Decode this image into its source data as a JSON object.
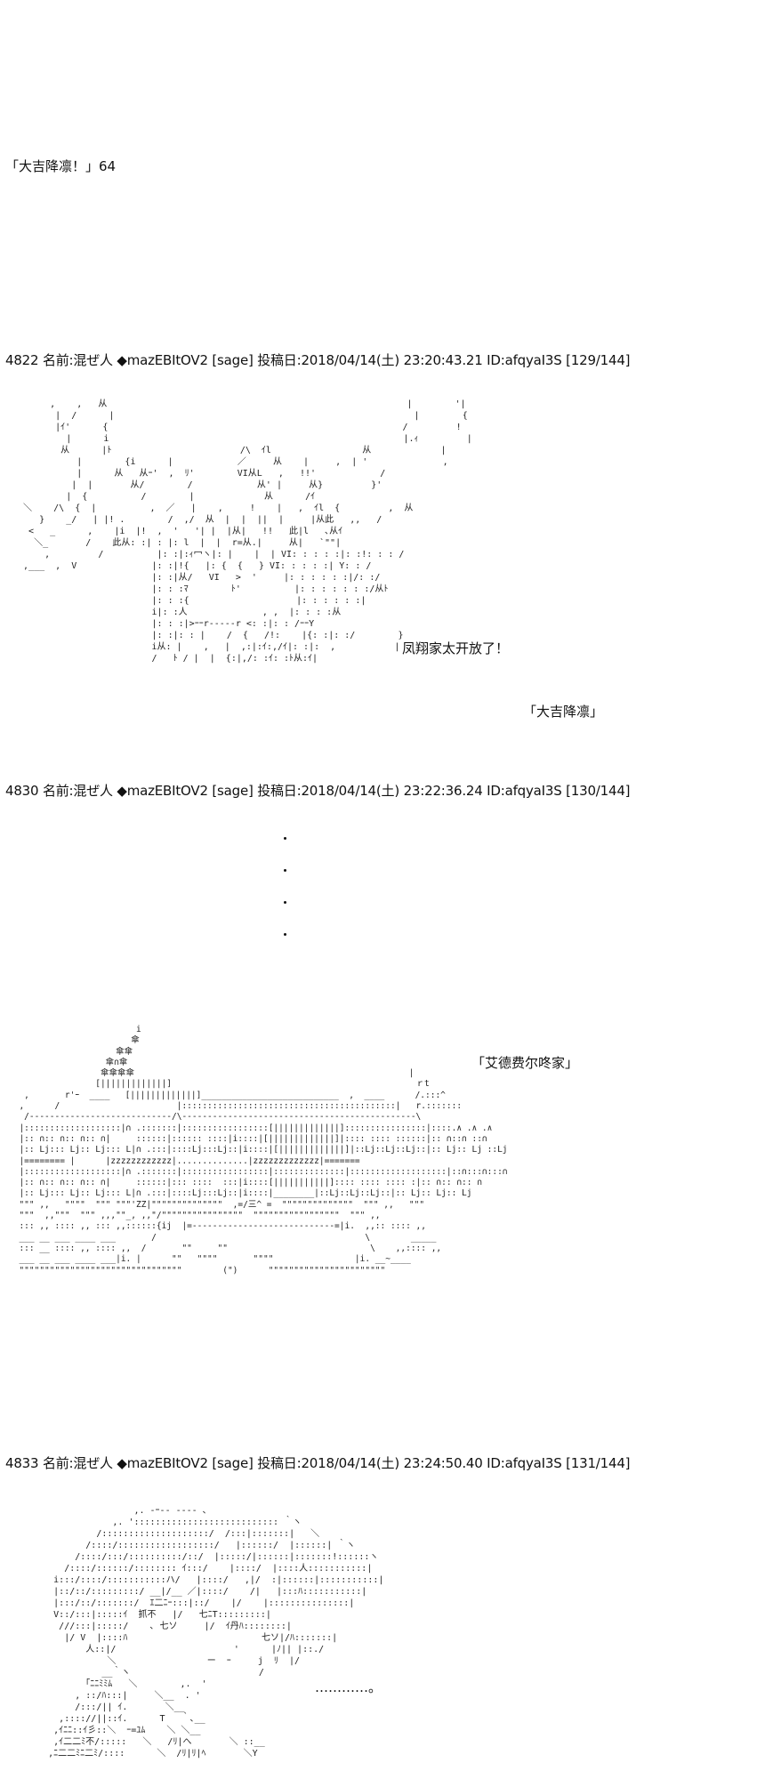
{
  "intro_line": "「大吉降凛！」64",
  "posts": [
    {
      "header": "4822 名前:混ぜ人 ◆mazEBItOV2 [sage] 投稿日:2018/04/14(土) 23:20:43.21 ID:afqyaI3S [129/144]",
      "captions": [
        "凤翔家太开放了！",
        "「大吉降凛」"
      ]
    },
    {
      "header": "4830 名前:混ぜ人 ◆mazEBItOV2 [sage] 投稿日:2018/04/14(土) 23:22:36.24 ID:afqyaI3S [130/144]",
      "captions": [
        "「艾德费尔咚家」"
      ]
    },
    {
      "header": "4833 名前:混ぜ人 ◆mazEBItOV2 [sage] 投稿日:2018/04/14(土) 23:24:50.40 ID:afqyaI3S [131/144]",
      "captions": [
        "…………。"
      ]
    }
  ],
  "ascii_art": {
    "ship_girl": "       ,    ,   从                                                        |        '|\n        |  /      |                                                        |        {\n        |ｲ'      {                                                       /         !\n          |      i                                                       |.ｨ         |\n         从      |ﾄ                        /\\  ｲl                 从             |\n            |        {i      |            ／     从    |     ,  | '              ,\n            |      从   从ｰ'  ,  ﾘ'        VI从L   ,   !!'            /\n           |  |       从/        /            从' |     从}         }'\n          |  {          /        |             从      /ｲ\n  ＼    /\\  {  |          ,  ／   |    ,     !    |   ,  ｲl  {         ,  从\n     }    _/   | |! .        /  ,/  从  |  |  ||  |     |从此   ,,   /\n   <   _      ,    |i  |!  ,  '   '| |  |从|   !!   此|l   ､从ｲ\n    ＼_       /    此从: :| : |: l  |  |  r=从.|     从|   `\"\"|\n      ,         /          |: :|:ｨ冖ヽ|: |    |  | VI: : : : :|: :!: : : /\n  ,___  ,  V              |: :|!{   |: {  {   } VI: : : : :| Y: : /\n                          |: :|从/   VI   >  '     |: : : : : :|/: :/\n                          |: : :ﾏ        ﾄ'          |: : : : : : :/从ﾄ\n                          |: : :{                    |: : : : : :|\n                          i|: :人              , ,  |: : : :从\n                          |: : :|>ｰｰr-----r <: :|: : /ｰｰY\n                          |: :|: : |    /  {   /!:    |{: :|: :/        }\n                          i从: |    ,   |  ,:|:ｲ:,/ｲ|: :|:  ,           |\n                          /   ﾄ / |  |  {:|,/: :ｲ: :ﾄ从:ｲ|",
    "mansion": "                         i\n                        傘\n                     傘傘\n                   傘∩傘\n                  傘傘傘傘                                                      |\n                 [|||||||||||||]                                                ｒt\n   ,       r'ｰ  ____   [|||||||||||||]___________________________  ,  ____      /.:::^\n  ,      /                       |::::::::::::::::::::::::::::::::::::::::::|   r.:::::::\n   /----------------------------/\\----------------------------------------------\\\n  |:::::::::::::::::::|∩ .:::::::|:::::::::::::::::[|||||||||||||]::::::::::::::::|::::.∧ .∧ .∧\n  |:: ∩:: ∩:: ∩:: ∩|     ::::::|:::::: ::::|i::::|[|||||||||||||]|:::: :::: ::::::|:: ∩::∩ ::∩\n  |:: Lj::: Lj:: Lj::: L|∩ .:::|::::Lj:::Lj::|i::::|[|||||||||||||]|::Lj::Lj::Lj::|:: Lj:: Lj ::Lj\n  |======== |      |zzzzzzzzzzzz|..............|zzzzzzzzzzzzz|=======\n  |:::::::::::::::::::|∩ .:::::::|:::::::::::::::::|::::::::::::::|:::::::::::::::::::|::∩:::∩:::∩\n  |:: ∩:: ∩:: ∩:: ∩|     ::::::|::: ::::  :::|i::::[|||||||||||]:::: :::: :::: :|:: ∩:: ∩:: ∩\n  |:: Lj::: Lj:: Lj::: L|∩ .:::|::::Lj:::Lj::|i::::|________|::Lj::Lj::Lj::|:: Lj:: Lj:: Lj\n  \"\"\" ,,   \"\"\"\"  \"\"\" \"\"\"'ZZ|\"\"\"\"\"\"\"\"\"\"\"\"\"\"  ,=/三^ =  \"\"\"\"\"\"\"\"\"\"\"\"\"\"  \"\"\" ,,   \"\"\"\n  \"\"\"  ,,\"\"\"  \"\"\" ,,,\"\"_, ,,\"/\"\"\"\"\"\"\"\"\"\"\"\"\"\"\"\"  \"\"\"\"\"\"\"\"\"\"\"\"\"\"\"\"\"  \"\"\" ,,\n  ::: ,, :::: ,, ::: ,,::::::{ij  |=----------------------------=|i.  ,,:: :::: ,,\n  ___ __ ___ ____ ___       /                                         \\        _____\n  ::: __ :::: ,, :::: ,,  /       \"\"     \"\"                            \\    ,,:::: ,,\n  ___ __ ___ ____ ___|i. |      \"\"   \"\"\"\"       \"\"\"\"                |i. __~____\n  \"\"\"\"\"\"\"\"\"\"\"\"\"\"\"\"\"\"\"\"\"\"\"\"\"\"\"\"\"\"\"\"        (\")      \"\"\"\"\"\"\"\"\"\"\"\"\"\"\"\"\"\"\"\"\"\"\"",
    "face": "                       ,. -ｰ-- ---- ､\n                   ,. '::::::::::::::::::::::::::: ｀ヽ\n                /::::::::::::::::::::/  /:::|:::::::|   ＼\n              /::::/::::::::::::::::::/   |::::::/  |::::::| ｀ヽ\n            /::::/:::/::::::::::/::/  |:::::/|::::::|:::::::!::::::ヽ\n          /::::/::::::/:::::::: ｲ:::/    |::::/  |::::人:::::::::::|\n        i:::/::::/:::::::::::ハ/   |::::/   ,|/  :|::::::|:::::::::::|\n        |::/::/:::::::::/ __|/__ ／|::::/    /|   |:::ﾊ:::::::::::|\n        |:::/::/:::::::/  ｴ二ﾆｰ:::|::/    |/    |:::::::::::::::|\n        V::/:::|:::::ｲ  抓不   |/   七ﾆT:::::::::|\n         ///:::|:::::/    ､ 七ソ     |/  ｲ丹ﾊ::::::::|\n          |/ V  |::::ﾊ                         七ソ|/ﾊ:::::::|\n              人::|/                      '      |ﾉ|| |::./\n                  ＼                 ー  ｰ     j  ﾘ  |/\n                 __｀ヽ                        /\n              ｢ﾆﾆﾐﾐﾑ   ＼        ,.  '\n            , ::/ﾊ:::|     ＼__  . '\n            /:::/|| ｲ.       ＼__\n         ,:::://||::ｲ.      T   ｀､__\n        ,ｲﾆﾆ::ｲ彡::＼  ｰ=ﾕﾑ    ＼ ＼__\n        ,ｲ二二ﾐ不/:::::   ＼   /ﾘ|へ       ＼ ::__\n       ,ﾆ二二ﾐﾆ二ﾐ/::::      ＼  /ﾘ|ﾘ|ﾍ       ＼Y"
  }
}
